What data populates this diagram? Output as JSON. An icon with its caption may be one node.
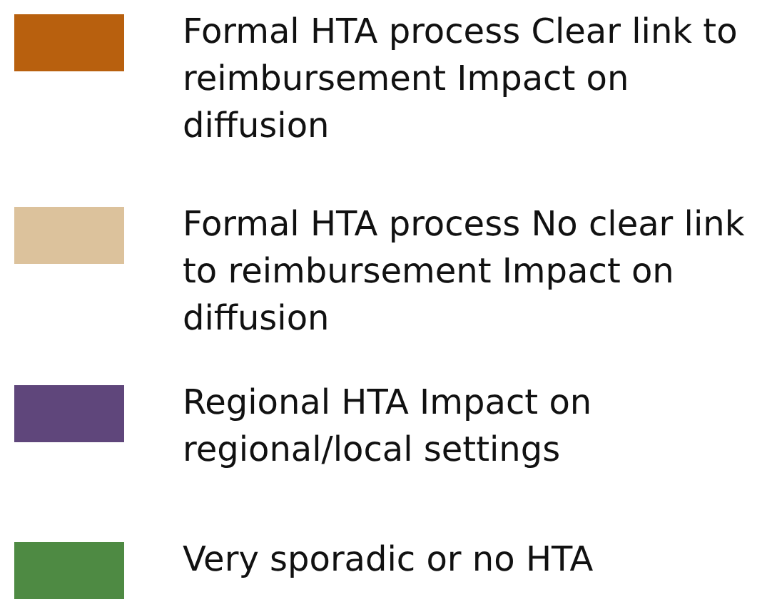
{
  "diagram": {
    "legend": [
      {
        "text": "Formal HTA process Clear link to reimbursement Impact on diffusion",
        "color": "#b8600e"
      },
      {
        "text": "Formal HTA process No clear link to reimbursement Impact on diffusion",
        "color": "#dcc29c"
      },
      {
        "text": "Regional HTA Impact on regional/local settings",
        "color": "#5f467b"
      },
      {
        "text": "Very sporadic or no HTA",
        "color": "#4e8a43"
      }
    ]
  }
}
